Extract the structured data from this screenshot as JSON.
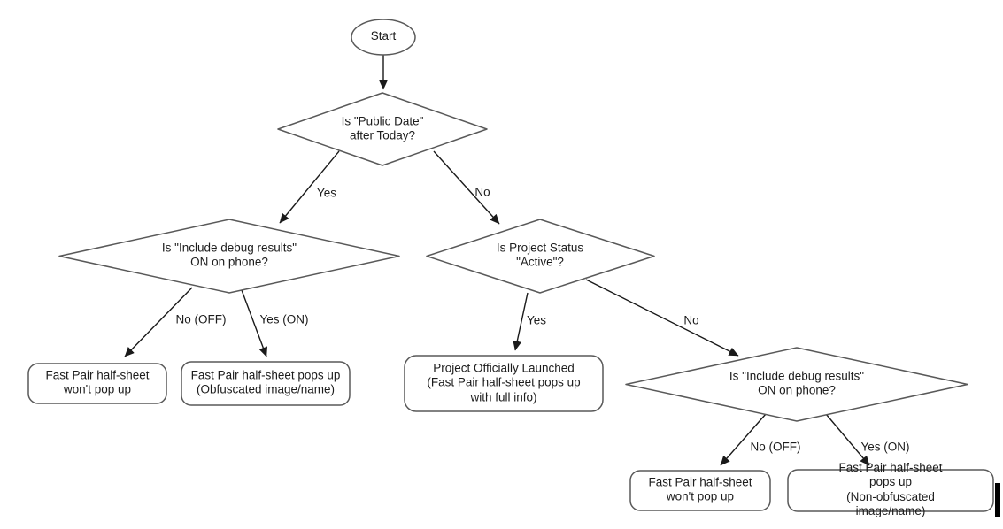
{
  "diagram": {
    "type": "flowchart",
    "background_color": "#ffffff",
    "shape_stroke_color": "#595959",
    "arrow_color": "#1a1a1a",
    "text_color": "#1c1c1c",
    "nodes": {
      "start": {
        "shape": "ellipse",
        "label": "Start"
      },
      "d_public_date": {
        "shape": "diamond",
        "label": "Is \"Public Date\"\nafter Today?"
      },
      "d_debug_left": {
        "shape": "diamond",
        "label": "Is \"Include debug results\"\nON on phone?"
      },
      "d_project_status": {
        "shape": "diamond",
        "label": "Is Project Status\n\"Active\"?"
      },
      "d_debug_right": {
        "shape": "diamond",
        "label": "Is \"Include debug results\"\nON on phone?"
      },
      "b_wont_popup_left": {
        "shape": "rounded-rect",
        "label": "Fast Pair half-sheet\nwon't pop up"
      },
      "b_obfuscated": {
        "shape": "rounded-rect",
        "label": "Fast Pair half-sheet pops up\n(Obfuscated image/name)"
      },
      "b_launched": {
        "shape": "rounded-rect",
        "label": "Project Officially Launched\n(Fast Pair half-sheet pops up\nwith full info)"
      },
      "b_wont_popup_right": {
        "shape": "rounded-rect",
        "label": "Fast Pair half-sheet\nwon't pop up"
      },
      "b_non_obfuscated": {
        "shape": "rounded-rect",
        "label": "Fast Pair half-sheet pops up\n(Non-obfuscated image/name)"
      }
    },
    "edges": [
      {
        "from": "start",
        "to": "d_public_date",
        "label": ""
      },
      {
        "from": "d_public_date",
        "to": "d_debug_left",
        "label": "Yes"
      },
      {
        "from": "d_public_date",
        "to": "d_project_status",
        "label": "No"
      },
      {
        "from": "d_debug_left",
        "to": "b_wont_popup_left",
        "label": "No (OFF)"
      },
      {
        "from": "d_debug_left",
        "to": "b_obfuscated",
        "label": "Yes (ON)"
      },
      {
        "from": "d_project_status",
        "to": "b_launched",
        "label": "Yes"
      },
      {
        "from": "d_project_status",
        "to": "d_debug_right",
        "label": "No"
      },
      {
        "from": "d_debug_right",
        "to": "b_wont_popup_right",
        "label": "No (OFF)"
      },
      {
        "from": "d_debug_right",
        "to": "b_non_obfuscated",
        "label": "Yes (ON)"
      }
    ]
  }
}
